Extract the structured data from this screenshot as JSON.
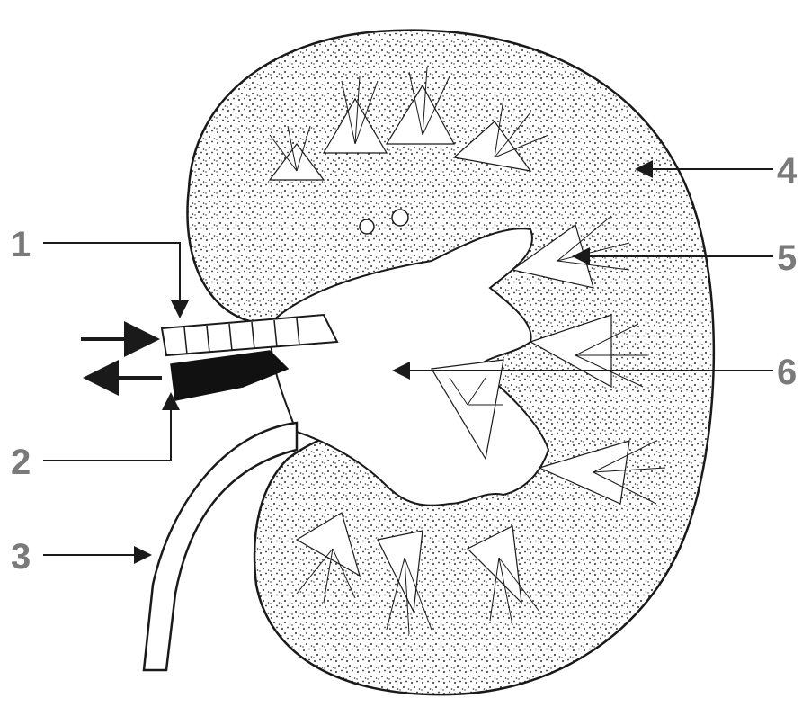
{
  "diagram": {
    "labels": {
      "l1": "1",
      "l2": "2",
      "l3": "3",
      "l4": "4",
      "l5": "5",
      "l6": "6"
    },
    "colors": {
      "outline": "#1a1a1a",
      "stipple": "#2a2a2a",
      "label": "#7a7a7a",
      "background": "#ffffff"
    }
  }
}
